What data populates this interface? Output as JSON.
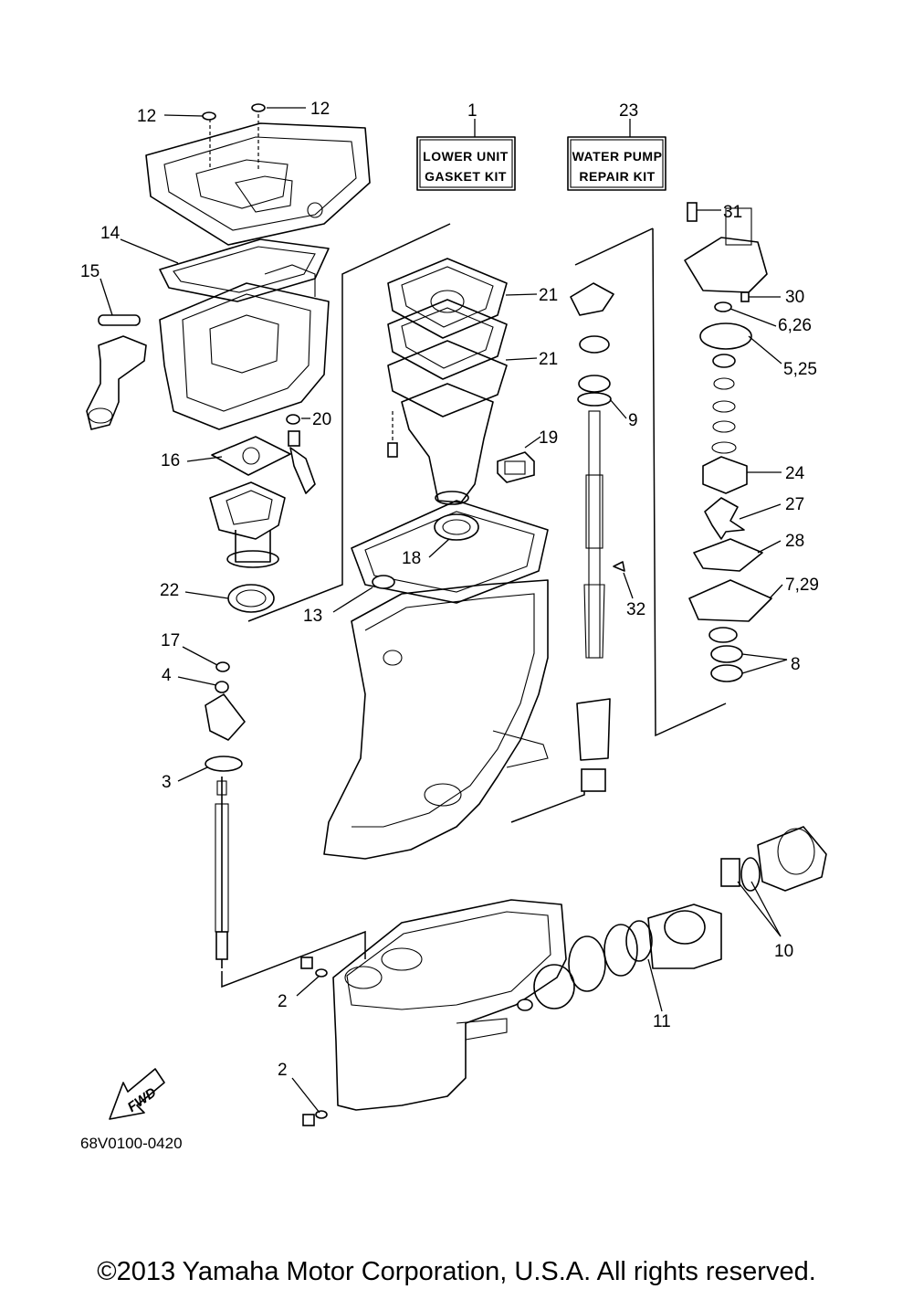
{
  "diagram": {
    "callouts": [
      "1",
      "2",
      "2",
      "3",
      "4",
      "5,25",
      "6,26",
      "7,29",
      "8",
      "9",
      "10",
      "11",
      "12",
      "12",
      "13",
      "14",
      "15",
      "16",
      "17",
      "18",
      "19",
      "20",
      "21",
      "21",
      "22",
      "23",
      "24",
      "27",
      "28",
      "30",
      "31",
      "32"
    ],
    "kits": {
      "lower_unit": {
        "line1": "LOWER UNIT",
        "line2": "GASKET KIT"
      },
      "water_pump": {
        "line1": "WATER PUMP",
        "line2": "REPAIR KIT"
      }
    },
    "fwd_label": "FWD",
    "drawing_code": "68V0100-0420"
  },
  "footer": {
    "copyright": "©2013 Yamaha Motor Corporation, U.S.A. All rights reserved."
  }
}
